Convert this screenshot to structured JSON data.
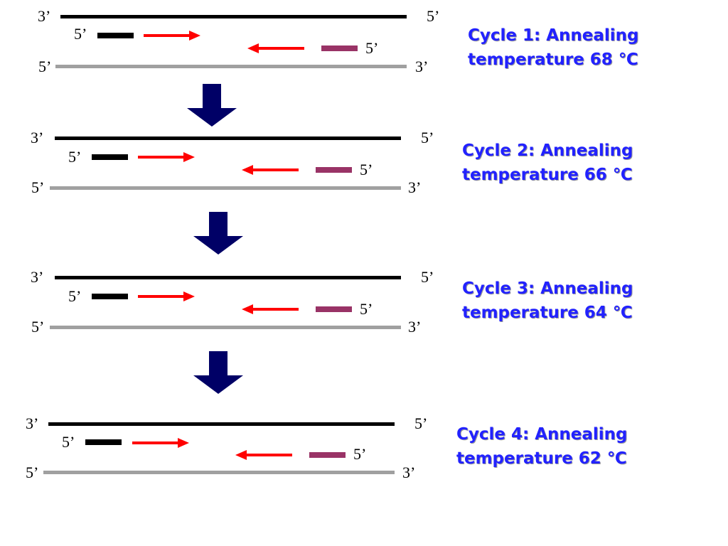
{
  "colors": {
    "template_top": "#000000",
    "template_bottom": "#a0a0a0",
    "forward_primer": "#000000",
    "reverse_primer": "#993366",
    "extension_arrow": "#ff0000",
    "cycle_text": "#2222ff",
    "flow_arrow": "#000066"
  },
  "cycles": [
    {
      "top_left": "3’",
      "top_right": "5’",
      "fwd_primer_label": "5’",
      "rev_primer_label": "5’",
      "bottom_left": "5’",
      "bottom_right": "3’",
      "line1": "Cycle 1: Annealing",
      "line2": "temperature 68 ℃"
    },
    {
      "top_left": "3’",
      "top_right": "5’",
      "fwd_primer_label": "5’",
      "rev_primer_label": "5’",
      "bottom_left": "5’",
      "bottom_right": "3’",
      "line1": "Cycle 2: Annealing",
      "line2": "temperature 66 ℃"
    },
    {
      "top_left": "3’",
      "top_right": "5’",
      "fwd_primer_label": "5’",
      "rev_primer_label": "5’",
      "bottom_left": "5’",
      "bottom_right": "3’",
      "line1": "Cycle 3: Annealing",
      "line2": "temperature 64 ℃"
    },
    {
      "top_left": "3’",
      "top_right": "5’",
      "fwd_primer_label": "5’",
      "rev_primer_label": "5’",
      "bottom_left": "5’",
      "bottom_right": "3’",
      "line1": "Cycle 4: Annealing",
      "line2": "temperature 62 ℃"
    }
  ]
}
